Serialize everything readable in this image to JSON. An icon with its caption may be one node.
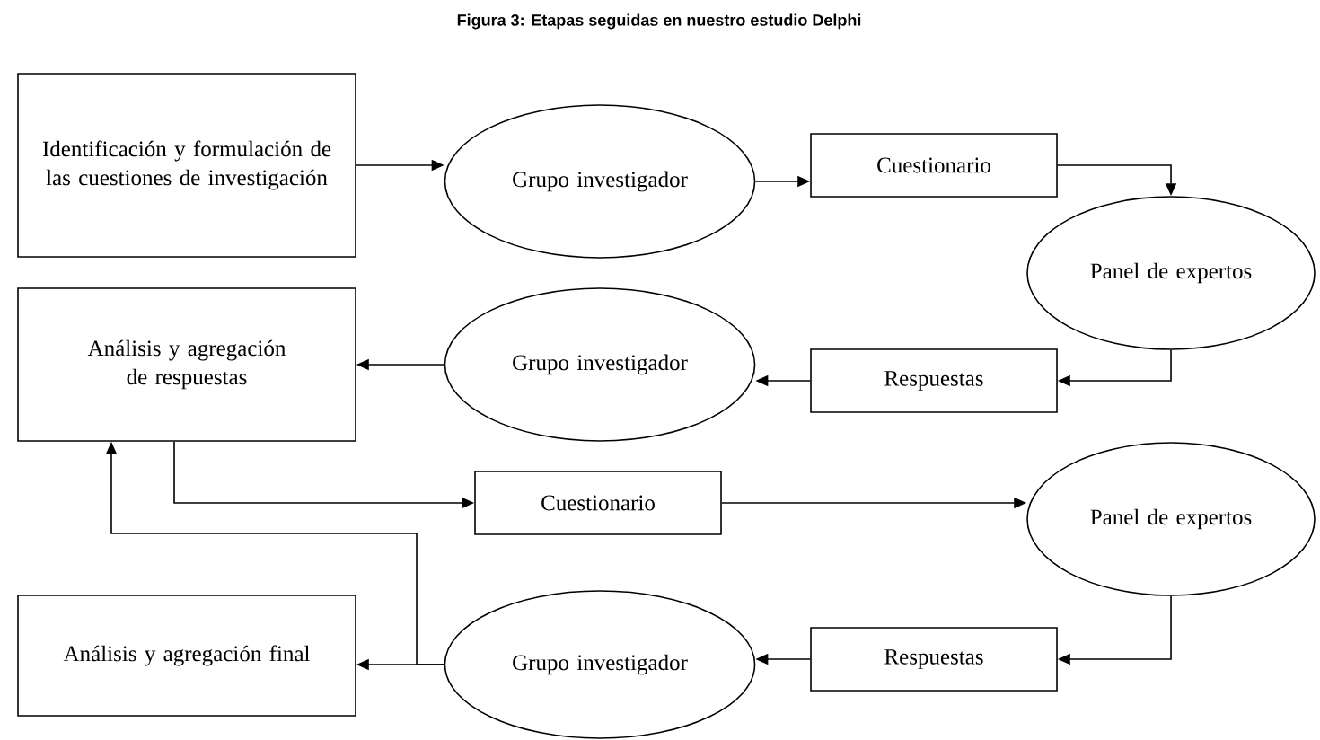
{
  "diagram": {
    "title": "Figura 3: Etapas seguidas en nuestro estudio Delphi",
    "nodes": [
      {
        "text": [
          "Identificación y formulación de las cuestiones de investigación"
        ]
      },
      {
        "text": [
          "Grupo investigador"
        ]
      },
      {
        "text": [
          "Cuestionario"
        ]
      },
      {
        "text": [
          "Panel de expertos"
        ]
      },
      {
        "text": [
          "Análisis y agregación de respuestas"
        ]
      },
      {
        "text": [
          "Grupo investigador"
        ]
      },
      {
        "text": [
          "Respuestas"
        ]
      },
      {
        "text": [
          "Cuestionario"
        ]
      },
      {
        "text": [
          "Panel de expertos"
        ]
      },
      {
        "text": [
          "Análisis y agregación final"
        ]
      },
      {
        "text": [
          "Grupo investigador"
        ]
      },
      {
        "text": [
          "Respuestas"
        ]
      }
    ],
    "edges": [
      {
        "from": 0,
        "to": 1,
        "arrow": "to"
      },
      {
        "from": 1,
        "to": 2,
        "arrow": "to"
      },
      {
        "from": 2,
        "to": 3,
        "arrow": "to"
      },
      {
        "from": 3,
        "to": 6,
        "arrow": "to"
      },
      {
        "from": 6,
        "to": 5,
        "arrow": "to"
      },
      {
        "from": 5,
        "to": 4,
        "arrow": "to"
      },
      {
        "from": 4,
        "to": 7,
        "arrow": "to"
      },
      {
        "from": 7,
        "to": 8,
        "arrow": "to"
      },
      {
        "from": 8,
        "to": 11,
        "arrow": "to"
      },
      {
        "from": 11,
        "to": 10,
        "arrow": "to"
      },
      {
        "from": 10,
        "to": 9,
        "arrow": "to"
      },
      {
        "from": 10,
        "to": 4,
        "arrow": "to"
      }
    ]
  }
}
